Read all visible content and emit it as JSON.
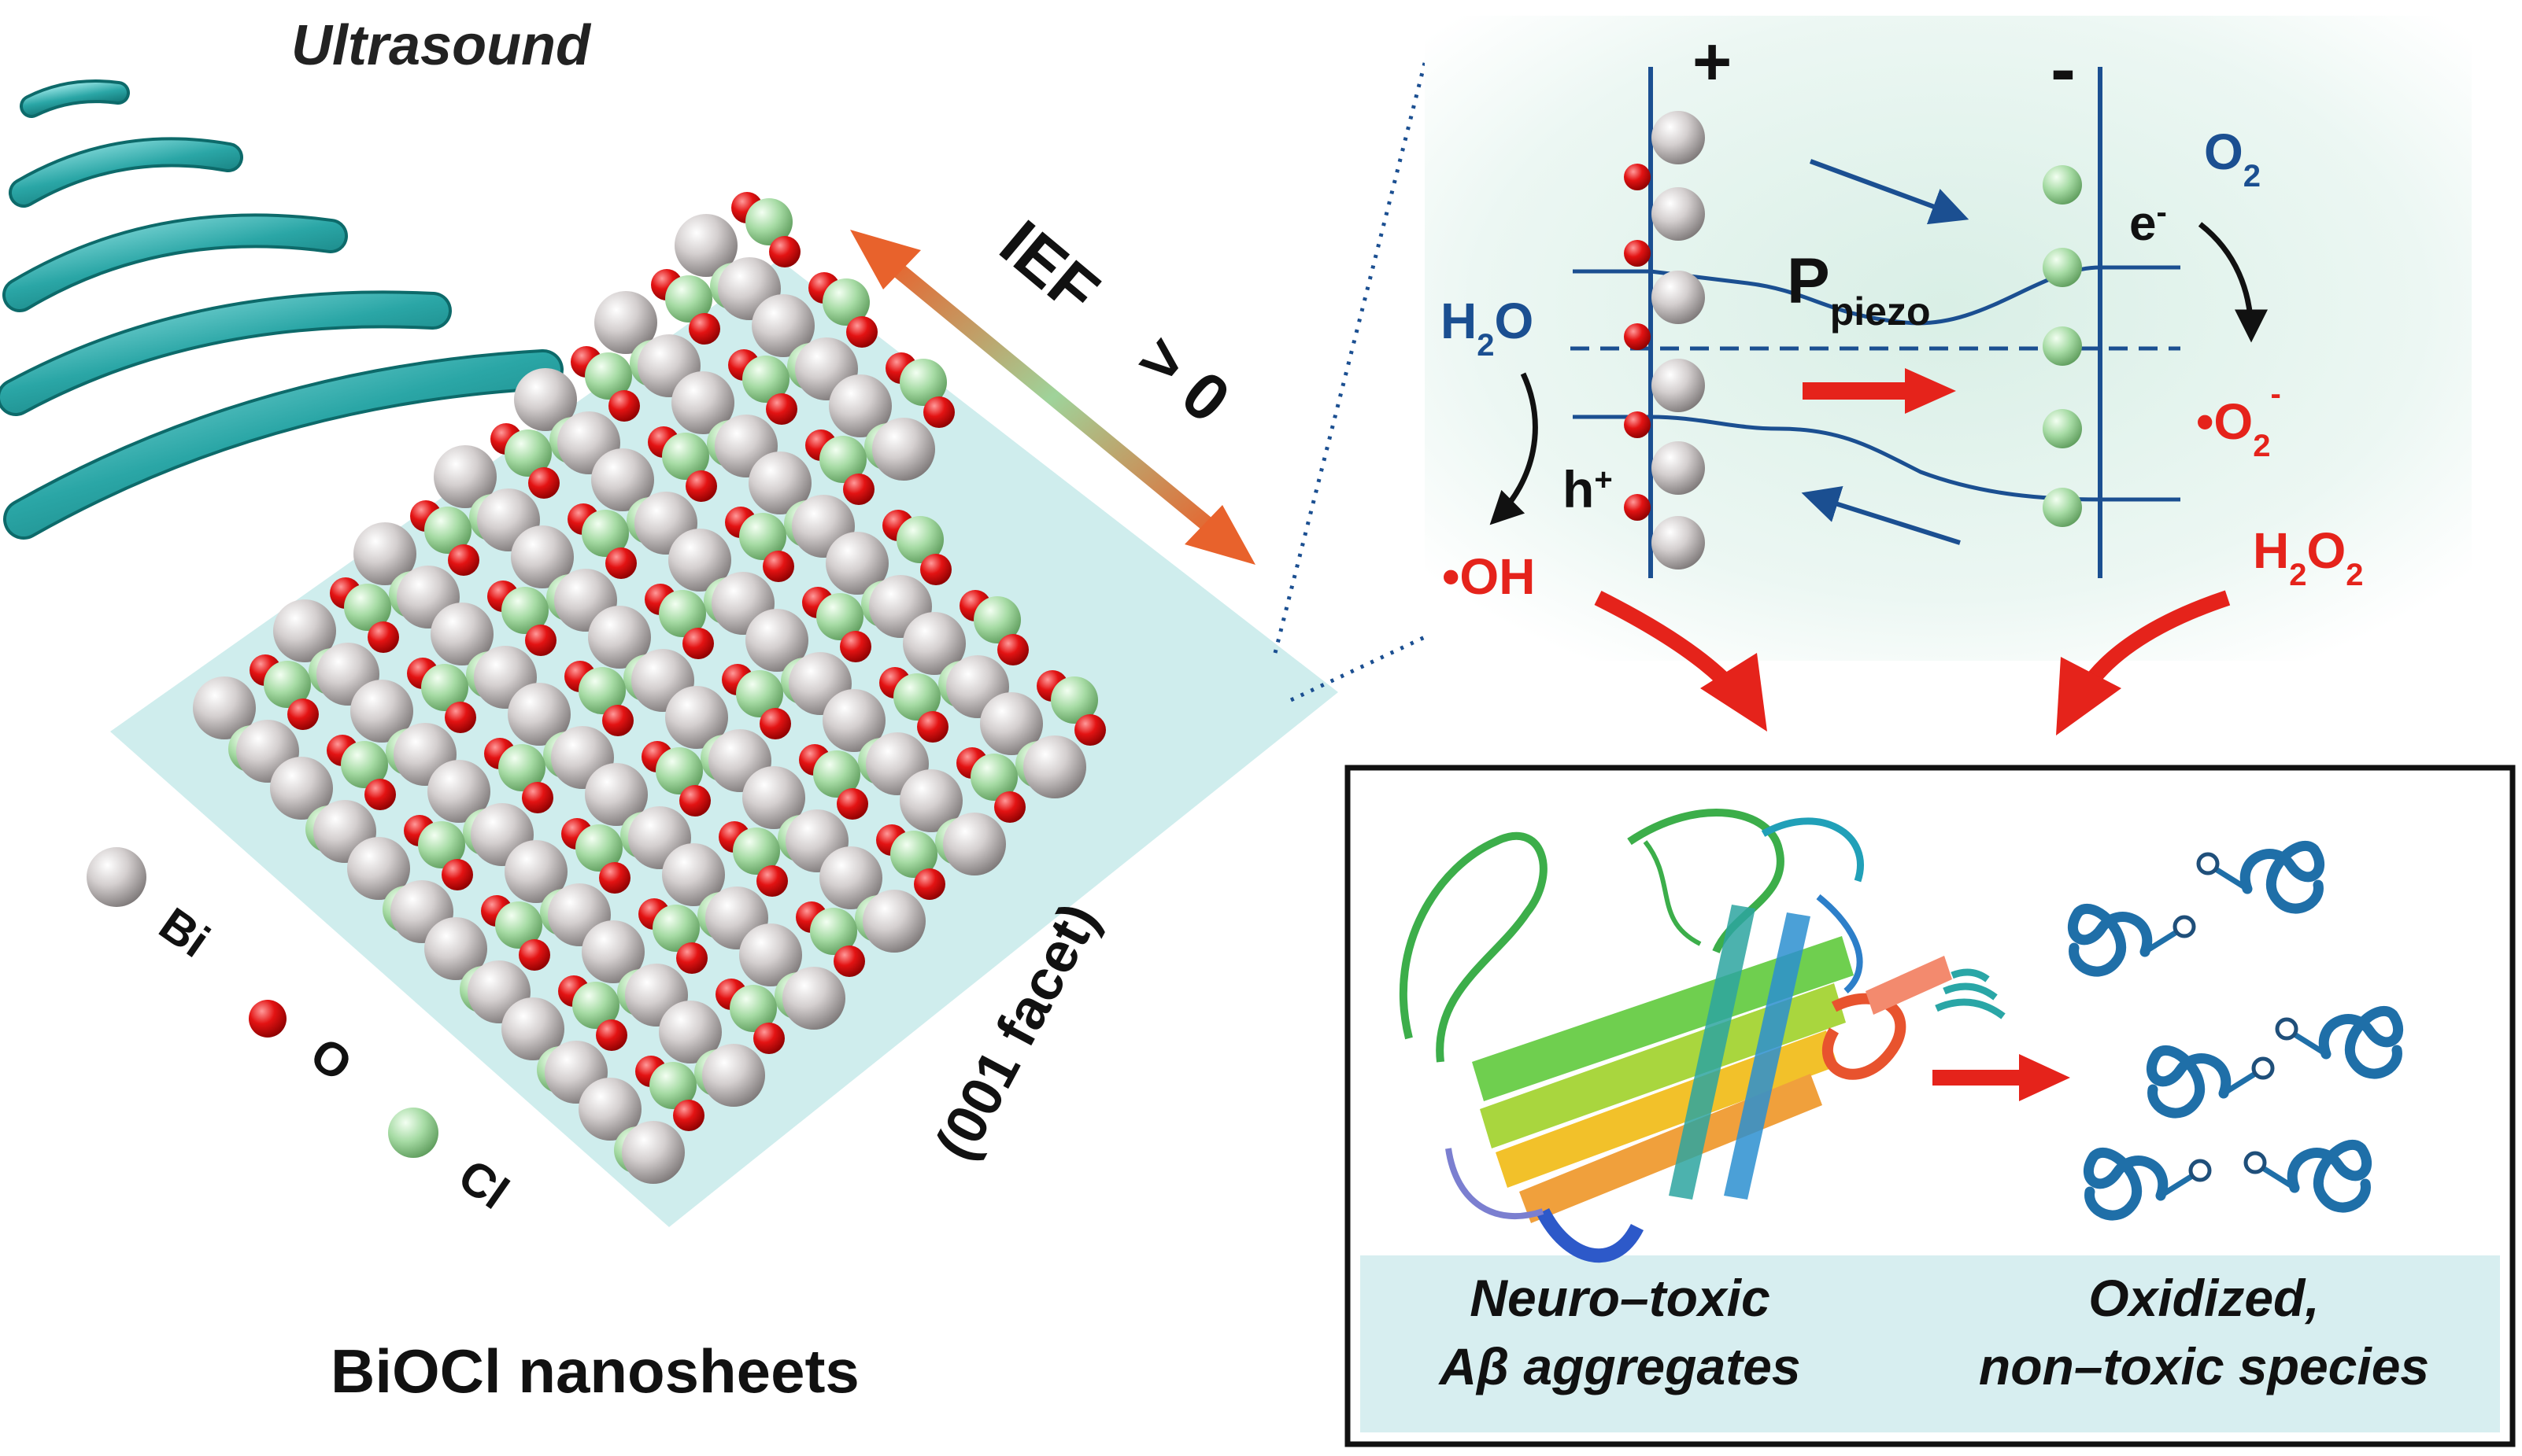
{
  "ultrasound_label": "Ultrasound",
  "ief_label": "IEF",
  "ief_value": "> 0",
  "facet_label": "(001 facet)",
  "material_label": "BiOCl nanosheets",
  "legend": {
    "bi": "Bi",
    "o": "O",
    "cl": "Cl"
  },
  "band": {
    "plus": "+",
    "minus": "-",
    "h2o": "H",
    "h2o_sub": "2",
    "h2o_tail": "O",
    "oh": "•OH",
    "h_plus": "h",
    "h_plus_sup": "+",
    "p": "P",
    "p_sub": "piezo",
    "o2": "O",
    "o2_sub": "2",
    "e": "e",
    "e_sup": "-",
    "o2rad": "•O",
    "o2rad_sub": "2",
    "o2rad_sup": "-",
    "h2o2_a": "H",
    "h2o2_sub1": "2",
    "h2o2_b": "O",
    "h2o2_sub2": "2"
  },
  "result": {
    "left_line1": "Neuro–toxic",
    "left_line2": "Aβ aggregates",
    "right_line1": "Oxidized,",
    "right_line2": "non–toxic species"
  },
  "colors": {
    "teal": "#2aa6a6",
    "bi": "#c8c2c2",
    "o": "#e01515",
    "cl": "#9bd49a",
    "band_blue": "#1b4f91",
    "red": "#e5231b"
  }
}
